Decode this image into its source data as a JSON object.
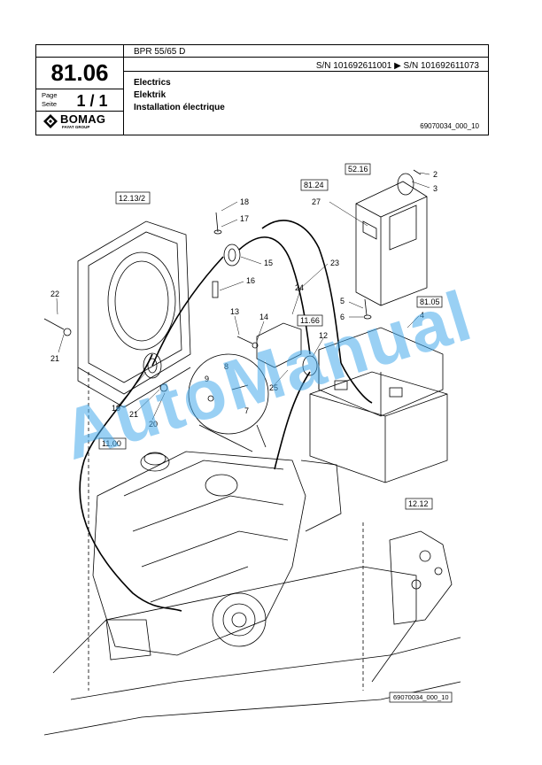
{
  "header": {
    "section_number": "81.06",
    "page_label_en": "Page",
    "page_label_de": "Seite",
    "page_value": "1 / 1",
    "brand": "BOMAG",
    "brand_sub": "FAYAT GROUP",
    "model": "BPR 55/65 D",
    "serial_range": "S/N 101692611001  ▶  S/N 101692611073",
    "title_en": "Electrics",
    "title_de": "Elektrik",
    "title_fr": "Installation électrique",
    "doc_id": "69070034_000_10"
  },
  "drawing": {
    "refs": [
      "12.13/2",
      "52.16",
      "81.24",
      "11.66",
      "81.05",
      "11.00",
      "12.12"
    ],
    "item_numbers": [
      "2",
      "3",
      "27",
      "18",
      "17",
      "15",
      "16",
      "23",
      "24",
      "22",
      "21",
      "13",
      "14",
      "12",
      "5",
      "6",
      "4",
      "8",
      "9",
      "7",
      "25",
      "19",
      "21",
      "20"
    ],
    "footer_id": "69070034_000_10"
  },
  "watermark": "AutoManual"
}
